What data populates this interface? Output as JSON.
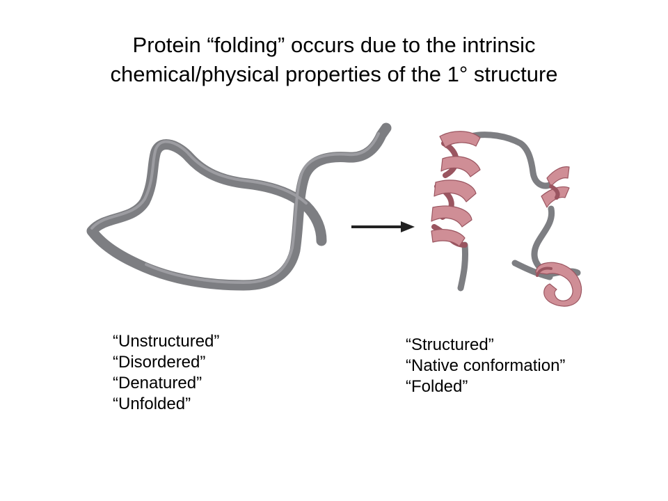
{
  "title": {
    "line1": "Protein “folding” occurs due to the intrinsic",
    "line2": "chemical/physical properties of the 1° structure"
  },
  "unfolded_labels": [
    "“Unstructured”",
    "“Disordered”",
    "“Denatured”",
    "“Unfolded”"
  ],
  "folded_labels": [
    "“Structured”",
    "“Native conformation”",
    "“Folded”"
  ],
  "colors": {
    "coil": "#7d7e82",
    "coil_highlight": "#a9aaae",
    "helix": "#cf8e96",
    "helix_dark": "#9a5560",
    "arrow": "#222222"
  }
}
